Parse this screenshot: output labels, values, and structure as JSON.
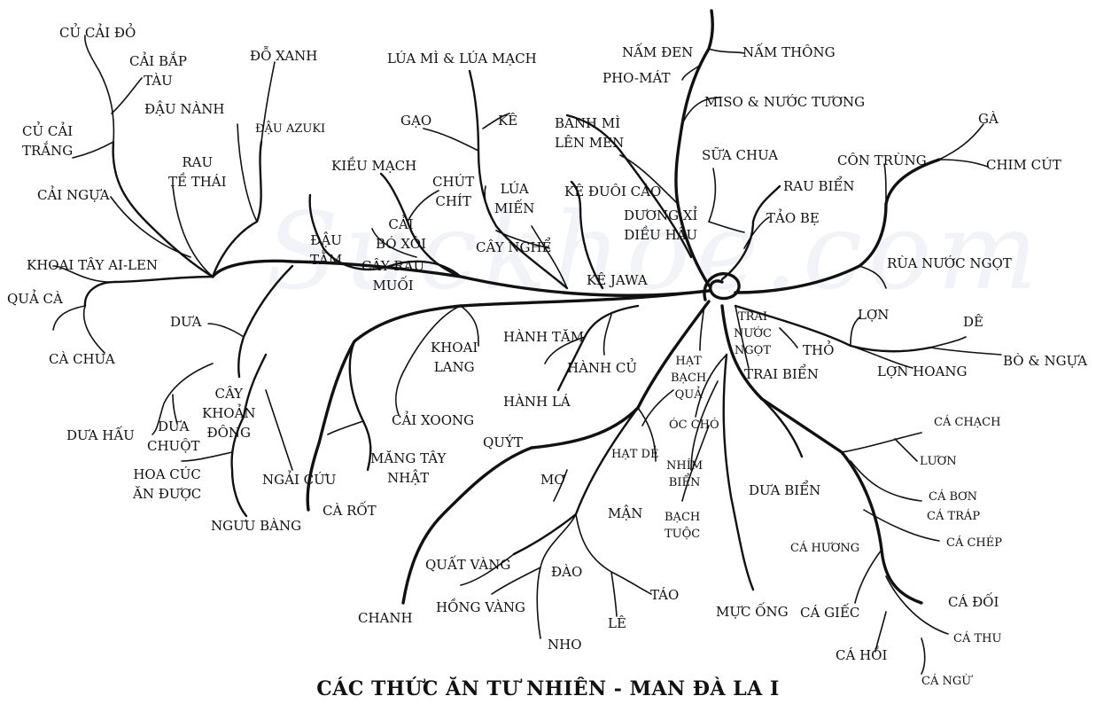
{
  "title": "CÁC THỨC ĂN TƯ NHIÊN - MAN ĐÀ LA I",
  "watermark": "Suckhoe.com",
  "labels": [
    {
      "id": "cu-cai-do",
      "text": "CỦ CẢI ĐỎ"
    },
    {
      "id": "cai-bap-tau",
      "text": "CẢI BẮP\nTÀU"
    },
    {
      "id": "do-xanh",
      "text": "ĐỖ XANH"
    },
    {
      "id": "dau-nanh",
      "text": "ĐẬU NÀNH"
    },
    {
      "id": "dau-azuki",
      "text": "ĐẬU AZUKI"
    },
    {
      "id": "cu-cai-trang",
      "text": "CỦ CẢI\nTRẮNG"
    },
    {
      "id": "rau-te-thai",
      "text": "RAU\nTỀ THÁI"
    },
    {
      "id": "cai-ngua",
      "text": "CẢI NGỰA"
    },
    {
      "id": "khoai-tay",
      "text": "KHOAI TÂY AI-LEN"
    },
    {
      "id": "qua-ca",
      "text": "QUẢ CÀ"
    },
    {
      "id": "ca-chua",
      "text": "CÀ CHUA"
    },
    {
      "id": "dua",
      "text": "DƯA"
    },
    {
      "id": "dau-tam",
      "text": "ĐẬU\nTẰM"
    },
    {
      "id": "kieu-mach",
      "text": "KIỀU MẠCH"
    },
    {
      "id": "chut-chit",
      "text": "CHÚT\nCHÍT"
    },
    {
      "id": "cai-bo-xoi",
      "text": "CẢI\nBÓ XÔI"
    },
    {
      "id": "cay-rau-muoi",
      "text": "CÂY RAU\nMUỐI"
    },
    {
      "id": "lua-mi",
      "text": "LÚA MÌ & LÚA MẠCH"
    },
    {
      "id": "gao",
      "text": "GẠO"
    },
    {
      "id": "ke",
      "text": "KÊ"
    },
    {
      "id": "lua-mien",
      "text": "LÚA\nMIẾN"
    },
    {
      "id": "ke-duoi-cao",
      "text": "KÊ ĐUÔI CÁO"
    },
    {
      "id": "cay-nghe",
      "text": "CÂY NGHỂ"
    },
    {
      "id": "ke-jawa",
      "text": "KÊ JAWA"
    },
    {
      "id": "nam-den",
      "text": "NẤM ĐEN"
    },
    {
      "id": "nam-thong",
      "text": "NẤM THÔNG"
    },
    {
      "id": "pho-mat",
      "text": "PHO-MÁT"
    },
    {
      "id": "miso",
      "text": "MISO & NƯỚC TƯƠNG"
    },
    {
      "id": "banh-mi",
      "text": "BÁNH MÌ\nLÊN MEN"
    },
    {
      "id": "sua-chua",
      "text": "SỮA CHUA"
    },
    {
      "id": "duong-xi",
      "text": "DƯƠNG XỈ\nDIỀU HÂU"
    },
    {
      "id": "rau-bien",
      "text": "RAU BIỂN"
    },
    {
      "id": "tao-be",
      "text": "TẢO BẸ"
    },
    {
      "id": "ga",
      "text": "GÀ"
    },
    {
      "id": "con-trung",
      "text": "CÔN TRÙNG"
    },
    {
      "id": "chim-cut",
      "text": "CHIM CÚT"
    },
    {
      "id": "rua-nuoc-ngot",
      "text": "RÙA NƯỚC NGỌT"
    },
    {
      "id": "lon",
      "text": "LỢN"
    },
    {
      "id": "de",
      "text": "DÊ"
    },
    {
      "id": "bo-ngua",
      "text": "BÒ & NGỰA"
    },
    {
      "id": "lon-hoang",
      "text": "LỢN HOANG"
    },
    {
      "id": "tho",
      "text": "THỎ"
    },
    {
      "id": "trai-nuoc-ngot",
      "text": "TRAI\nNƯỚC\nNGỌT"
    },
    {
      "id": "trai-bien",
      "text": "TRAI BIỂN"
    },
    {
      "id": "hat-bach-qua",
      "text": "HẠT\nBẠCH\nQUẢ"
    },
    {
      "id": "oc-cho",
      "text": "ÓC CHÓ"
    },
    {
      "id": "hat-de",
      "text": "HẠT DẺ"
    },
    {
      "id": "nhim-bien",
      "text": "NHÍM\nBIỂN"
    },
    {
      "id": "dua-bien",
      "text": "DƯA BIỂN"
    },
    {
      "id": "bach-tuoc",
      "text": "BẠCH\nTUỘC"
    },
    {
      "id": "ca-chach",
      "text": "CÁ CHẠCH"
    },
    {
      "id": "luon",
      "text": "LƯƠN"
    },
    {
      "id": "ca-bon",
      "text": "CÁ BƠN"
    },
    {
      "id": "ca-trap",
      "text": "CÁ TRÁP"
    },
    {
      "id": "ca-chep",
      "text": "CÁ CHÉP"
    },
    {
      "id": "ca-huong",
      "text": "CÁ HƯƠNG"
    },
    {
      "id": "ca-doi",
      "text": "CÁ ĐỐI"
    },
    {
      "id": "ca-giec",
      "text": "CÁ GIẾC"
    },
    {
      "id": "ca-thu",
      "text": "CÁ THU"
    },
    {
      "id": "ca-hoi",
      "text": "CÁ HỒI"
    },
    {
      "id": "ca-ngu",
      "text": "CÁ NGỪ"
    },
    {
      "id": "muc-ong",
      "text": "MỰC ỐNG"
    },
    {
      "id": "khoai-lang",
      "text": "KHOAI\nLANG"
    },
    {
      "id": "hanh-tam",
      "text": "HÀNH TĂM"
    },
    {
      "id": "hanh-cu",
      "text": "HÀNH CỦ"
    },
    {
      "id": "hanh-la",
      "text": "HÀNH LÁ"
    },
    {
      "id": "cai-xoong",
      "text": "CẢI XOONG"
    },
    {
      "id": "cay-khoan-dong",
      "text": "CÂY\nKHOẢN\nĐÔNG"
    },
    {
      "id": "dua-hau",
      "text": "DƯA HẤU"
    },
    {
      "id": "dua-chuot",
      "text": "DƯA\nCHUỘT"
    },
    {
      "id": "hoa-cuc",
      "text": "HOA CÚC\nĂN ĐƯỢC"
    },
    {
      "id": "ngai-cuu",
      "text": "NGẢI CỨU"
    },
    {
      "id": "nguu-bang",
      "text": "NGƯU BÀNG"
    },
    {
      "id": "mang-tay",
      "text": "MĂNG TÂY\nNHẬT"
    },
    {
      "id": "ca-rot",
      "text": "CÀ RỐT"
    },
    {
      "id": "quyt",
      "text": "QUÝT"
    },
    {
      "id": "mo",
      "text": "MƠ"
    },
    {
      "id": "man",
      "text": "MẬN"
    },
    {
      "id": "quat-vang",
      "text": "QUẤT VÀNG"
    },
    {
      "id": "dao",
      "text": "ĐÀO"
    },
    {
      "id": "tao",
      "text": "TÁO"
    },
    {
      "id": "hong-vang",
      "text": "HỒNG VÀNG"
    },
    {
      "id": "le",
      "text": "LÊ"
    },
    {
      "id": "chanh",
      "text": "CHANH"
    },
    {
      "id": "nho",
      "text": "NHO"
    }
  ]
}
